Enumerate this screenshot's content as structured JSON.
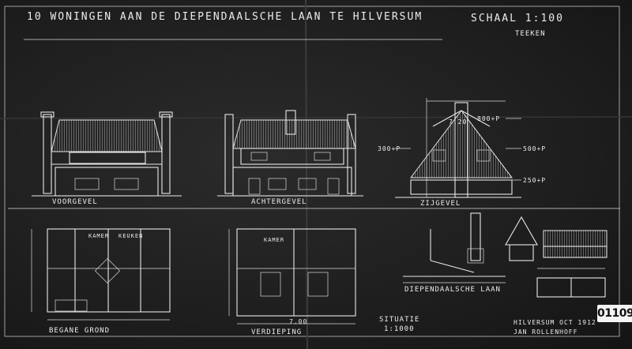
{
  "title": "10 WONINGEN AAN DE DIEPENDAALSCHE LAAN TE HILVERSUM",
  "scale": "SCHAAL 1:100",
  "scale_sub": "TEEKEN",
  "labels": {
    "voorgevel": "VOORGEVEL",
    "achtergevel": "ACHTERGEVEL",
    "zijgevel": "ZIJGEVEL",
    "begane_grond": "BEGANE GROND",
    "verdieping": "VERDIEPING",
    "street": "DIEPENDAALSCHE LAAN",
    "situatie": "SITUATIE",
    "situatie_scale": "1:1000",
    "kamer": "KAMER",
    "keuken": "KEUKEN",
    "signature": "HILVERSUM OCT 1912",
    "signature_2": "JAN ROLLENHOFF"
  },
  "dimensions": {
    "top": "7.20",
    "p1": "800+P",
    "p2": "300+P",
    "p3": "500+P",
    "p4": "250+P",
    "bottom": "7.00"
  },
  "stamp": "01109"
}
